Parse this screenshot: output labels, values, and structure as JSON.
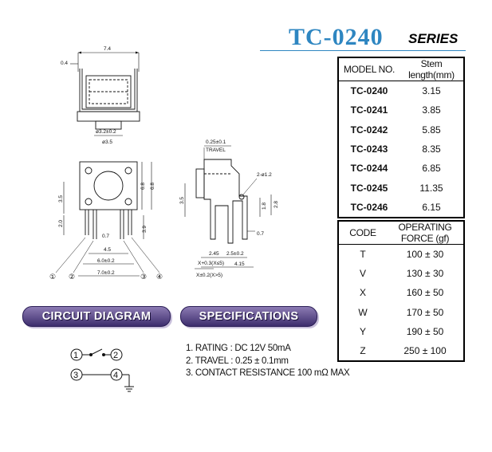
{
  "header": {
    "title": "TC-0240",
    "series": "SERIES"
  },
  "model_table": {
    "headers": [
      "MODEL NO.",
      "Stem length(mm)"
    ],
    "rows": [
      [
        "TC-0240",
        "3.15"
      ],
      [
        "TC-0241",
        "3.85"
      ],
      [
        "TC-0242",
        "5.85"
      ],
      [
        "TC-0243",
        "8.35"
      ],
      [
        "TC-0244",
        "6.85"
      ],
      [
        "TC-0245",
        "11.35"
      ],
      [
        "TC-0246",
        "6.15"
      ]
    ]
  },
  "force_table": {
    "headers": [
      "CODE",
      "OPERATING FORCE (gf)"
    ],
    "rows": [
      [
        "T",
        "100 ± 30"
      ],
      [
        "V",
        "130 ± 30"
      ],
      [
        "X",
        "160 ± 50"
      ],
      [
        "W",
        "170 ± 50"
      ],
      [
        "Y",
        "190 ± 50"
      ],
      [
        "Z",
        "250 ± 100"
      ]
    ]
  },
  "drawing": {
    "top": {
      "width": "7.4",
      "thick": "0.4",
      "dia1": "ø3.2±0.2",
      "dia2": "ø3.5"
    },
    "front": {
      "h1": "6.8",
      "h2": "6.8",
      "h3": "3.5",
      "h4": "2.0",
      "h5": "3.9",
      "w1": "4.5",
      "w2": "0.7",
      "w3": "6.0±0.2",
      "w4": "7.0±0.2",
      "pins": [
        "①",
        "②",
        "③",
        "④"
      ]
    },
    "side": {
      "travel_val": "0.25±0.1",
      "travel_label": "TRAVEL",
      "hole": "2-ø1.2",
      "h1": "3.5",
      "h2": "1.8",
      "h3": "2.8",
      "w1": "0.7",
      "w2": "2.45",
      "w3": "2.5±0.2",
      "w4": "4.15",
      "x1": "X+0.3(X≤5)",
      "x2": "X±0.2(X>5)"
    }
  },
  "circuit": {
    "banner": "CIRCUIT DIAGRAM",
    "pins": [
      "1",
      "2",
      "3",
      "4"
    ]
  },
  "specifications": {
    "banner": "SPECIFICATIONS",
    "items": [
      "1. RATING : DC 12V  50mA",
      "2. TRAVEL : 0.25 ± 0.1mm",
      "3. CONTACT RESISTANCE 100 mΩ MAX"
    ]
  }
}
